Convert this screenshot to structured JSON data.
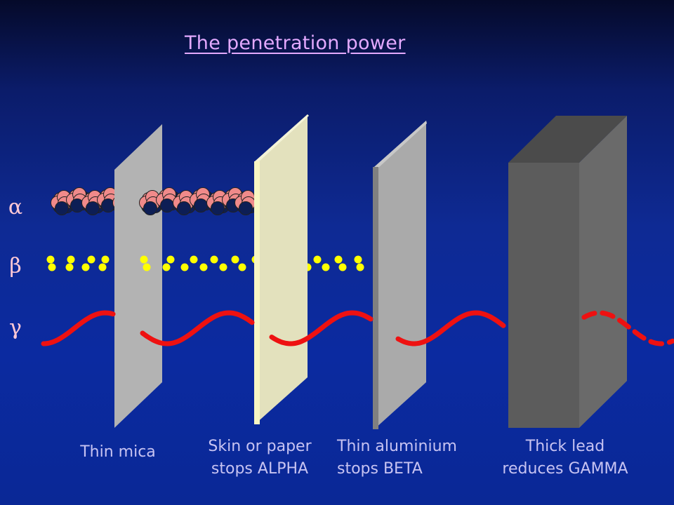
{
  "title": "The penetration power",
  "radiation": {
    "alpha_symbol": "α",
    "beta_symbol": "β",
    "gamma_symbol": "γ"
  },
  "barriers": [
    {
      "label_line1": "Thin mica",
      "label_line2": ""
    },
    {
      "label_line1": "Skin or paper",
      "label_line2": "stops ALPHA"
    },
    {
      "label_line1": "Thin aluminium",
      "label_line2": "stops BETA"
    },
    {
      "label_line1": "Thick lead",
      "label_line2": "reduces GAMMA"
    }
  ],
  "colors": {
    "title": "#e3a9ff",
    "label": "#c7c3f2",
    "gamma_wave": "#ee1111",
    "beta_particle": "#ffff00",
    "alpha_proton": "#f08a8a",
    "alpha_neutron": "#0d1e55"
  }
}
